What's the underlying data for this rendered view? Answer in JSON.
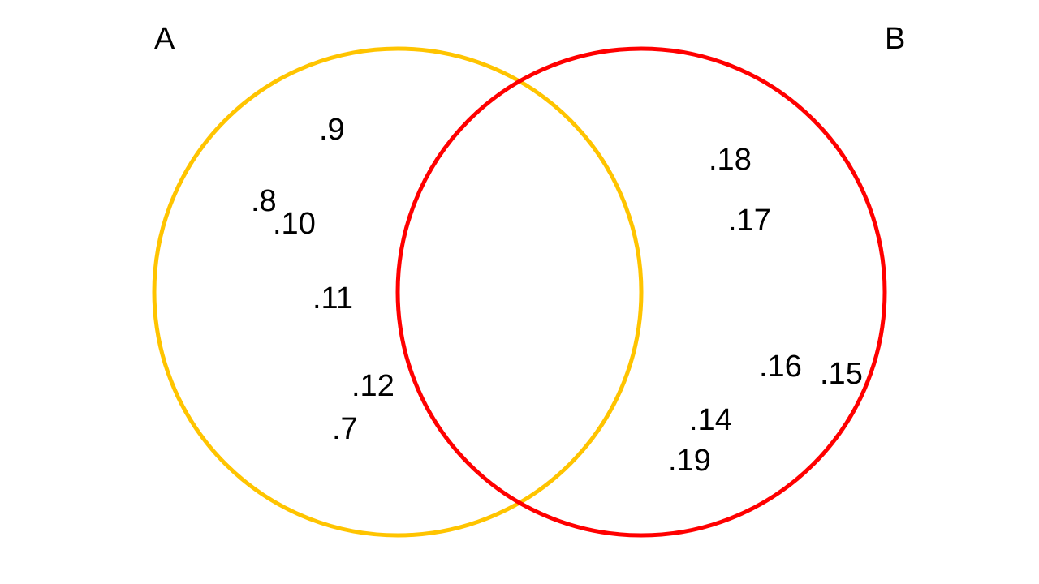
{
  "venn": {
    "sets": [
      {
        "name": "A",
        "color": "#FFC400"
      },
      {
        "name": "B",
        "color": "#FF0000"
      }
    ],
    "regions": {
      "a_only": [
        ".9",
        ".8",
        ".10",
        ".11",
        ".12",
        ".7"
      ],
      "a_and_b": [],
      "b_only": [
        ".18",
        ".17",
        ".16",
        ".15",
        ".14",
        ".19"
      ]
    }
  }
}
